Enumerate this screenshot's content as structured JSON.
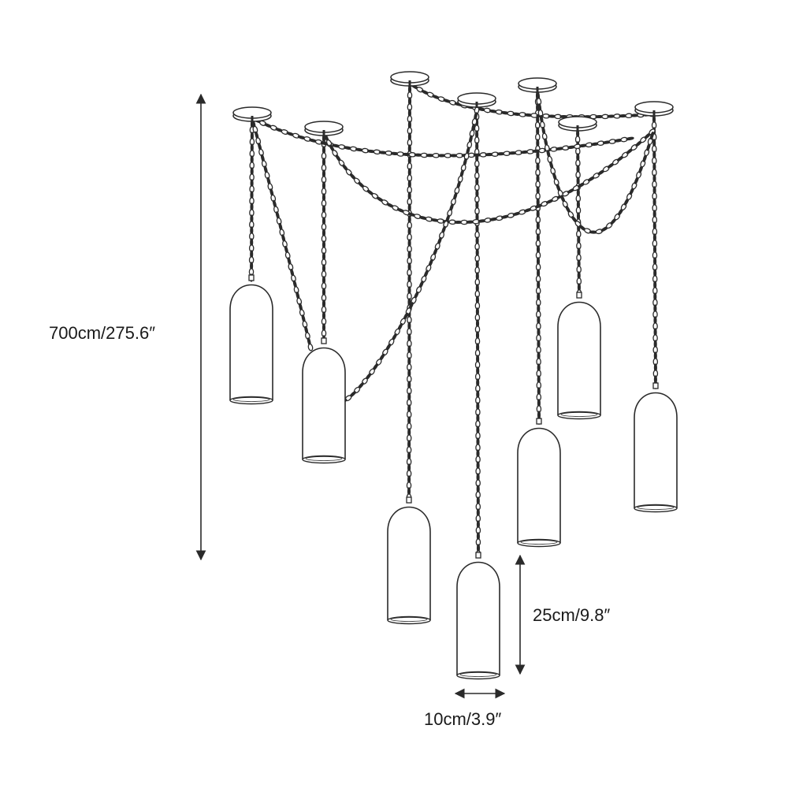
{
  "diagram": {
    "subject": "multi-pendant chain light",
    "pendant_count": 7,
    "labels": {
      "overall_height": "700cm/275.6″",
      "shade_height": "25cm/9.8″",
      "shade_width": "10cm/3.9″"
    },
    "colors": {
      "line": "#2a2a2a",
      "background": "#ffffff"
    }
  }
}
